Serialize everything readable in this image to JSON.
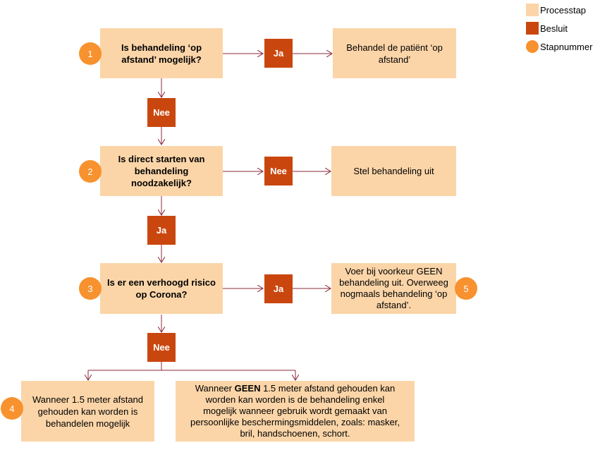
{
  "legend": {
    "process": "Processtap",
    "decision": "Besluit",
    "step": "Stapnummer",
    "colors": {
      "process": "#fbd5a8",
      "decision": "#c9470f",
      "step": "#f7922f"
    }
  },
  "steps": {
    "s1": {
      "number": "1",
      "question_line1": "Is behandeling ‘op",
      "question_line2": "afstand’ mogelijk?"
    },
    "s2": {
      "number": "2",
      "question_line1": "Is direct starten van",
      "question_line2": "behandeling",
      "question_line3": "noodzakelijk?"
    },
    "s3": {
      "number": "3",
      "question_line1": "Is er een verhoogd risico",
      "question_line2": "op Corona?"
    },
    "s4": {
      "number": "4",
      "line1": "Wanneer 1.5 meter afstand",
      "line2": "gehouden kan worden is",
      "line3": "behandelen mogelijk"
    },
    "s5": {
      "number": "5",
      "line1": "Voer bij voorkeur GEEN",
      "line2": "behandeling uit. Overweeg",
      "line3": "nogmaals behandeling ‘op",
      "line4": "afstand’."
    }
  },
  "outcomes": {
    "o1": {
      "line1": "Behandel de patiënt ‘op",
      "line2": "afstand’"
    },
    "o2": {
      "text": "Stel behandeling uit"
    },
    "o6": {
      "line1_pre": "Wanneer ",
      "line1_bold": "GEEN",
      "line1_post": " 1.5 meter afstand gehouden kan",
      "line2": "worden kan worden is de behandeling enkel",
      "line3": "mogelijk wanneer gebruik wordt gemaakt van",
      "line4": "persoonlijke beschermingsmiddelen, zoals: masker,",
      "line5": "bril, handschoenen, schort."
    }
  },
  "decisions": {
    "d1": "Ja",
    "d2": "Nee",
    "d3": "Nee",
    "d4": "Ja",
    "d5": "Ja",
    "d6": "Nee"
  }
}
